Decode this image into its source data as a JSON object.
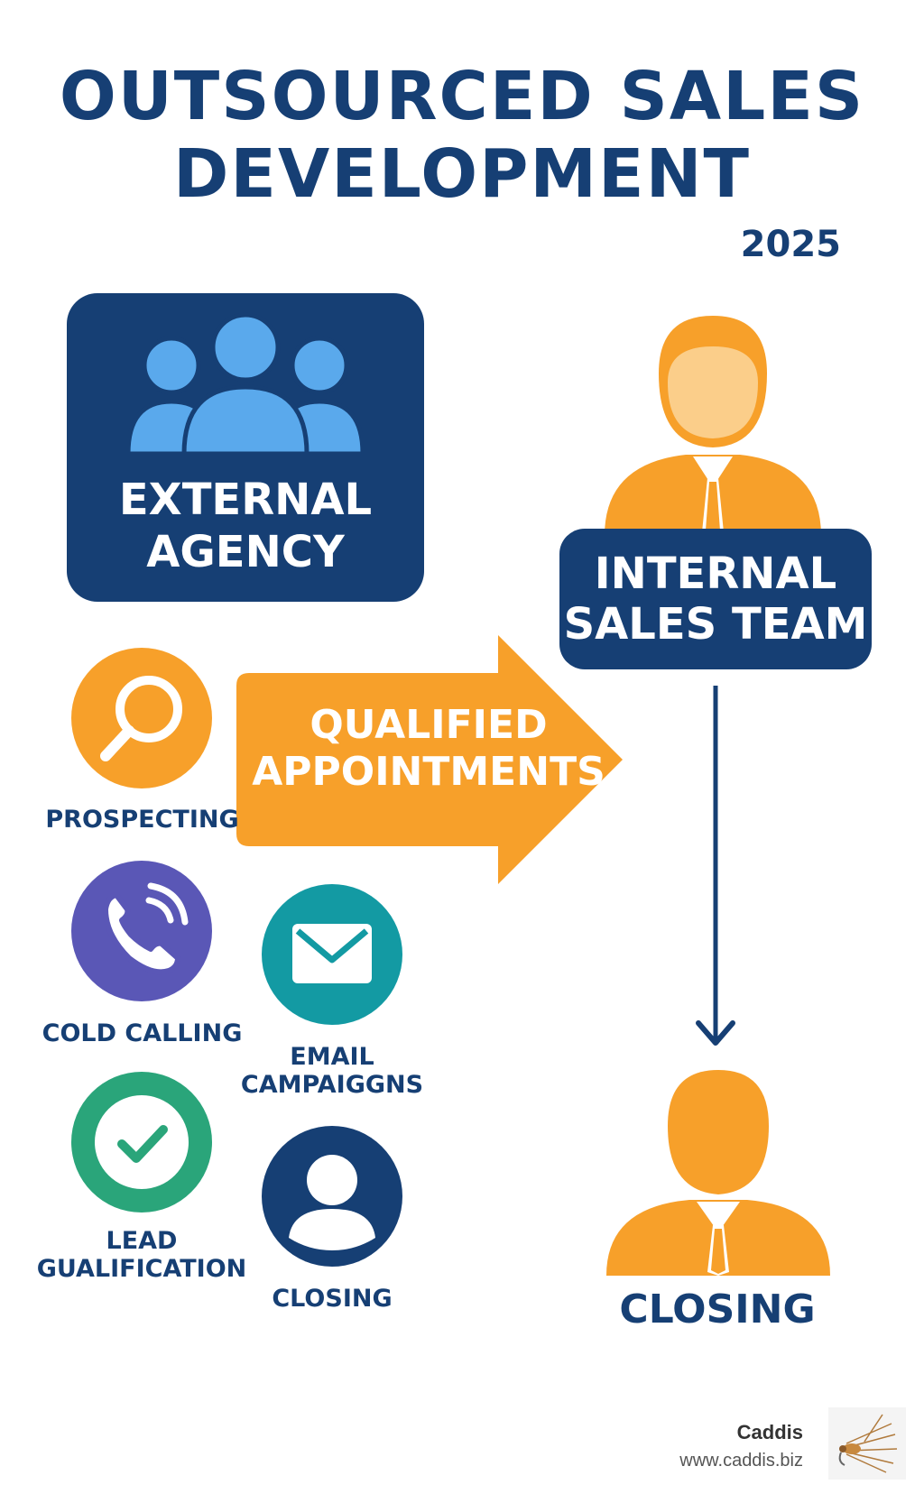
{
  "title": {
    "line1": "OUTSOURCED SALES",
    "line2": "DEVELOPMENT"
  },
  "year": "2025",
  "agency": {
    "line1": "EXTERNAL",
    "line2": "AGENCY",
    "icon": "group-icon"
  },
  "internal_team": {
    "line1": "INTERNAL",
    "line2": "SALES TEAM",
    "icon": "businessman-icon"
  },
  "handoff": {
    "line1": "QUALIFIED",
    "line2": "APPOINTMENTS"
  },
  "services": [
    {
      "label_lines": [
        "PROSPECTING"
      ],
      "icon": "search-icon",
      "color": "#f7a02a"
    },
    {
      "label_lines": [
        "COLD CALLING"
      ],
      "icon": "phone-icon",
      "color": "#5a57b6"
    },
    {
      "label_lines": [
        "EMAIL",
        "CAMPAIGGNS"
      ],
      "icon": "email-icon",
      "color": "#139aa3"
    },
    {
      "label_lines": [
        "LEAD",
        "GUALIFICATION"
      ],
      "icon": "checkmark-icon",
      "color": "#2aa57a"
    },
    {
      "label_lines": [
        "CLOSING"
      ],
      "icon": "person-icon",
      "color": "#163f74"
    }
  ],
  "closing": {
    "label": "CLOSING",
    "icon": "businessman-icon"
  },
  "footer": {
    "brand": "Caddis",
    "url": "www.caddis.biz",
    "logo": "fly-logo-icon"
  },
  "colors": {
    "navy": "#163f74",
    "orange": "#f7a02a",
    "light_blue": "#5aa9ec",
    "skin": "#fbce8a"
  }
}
